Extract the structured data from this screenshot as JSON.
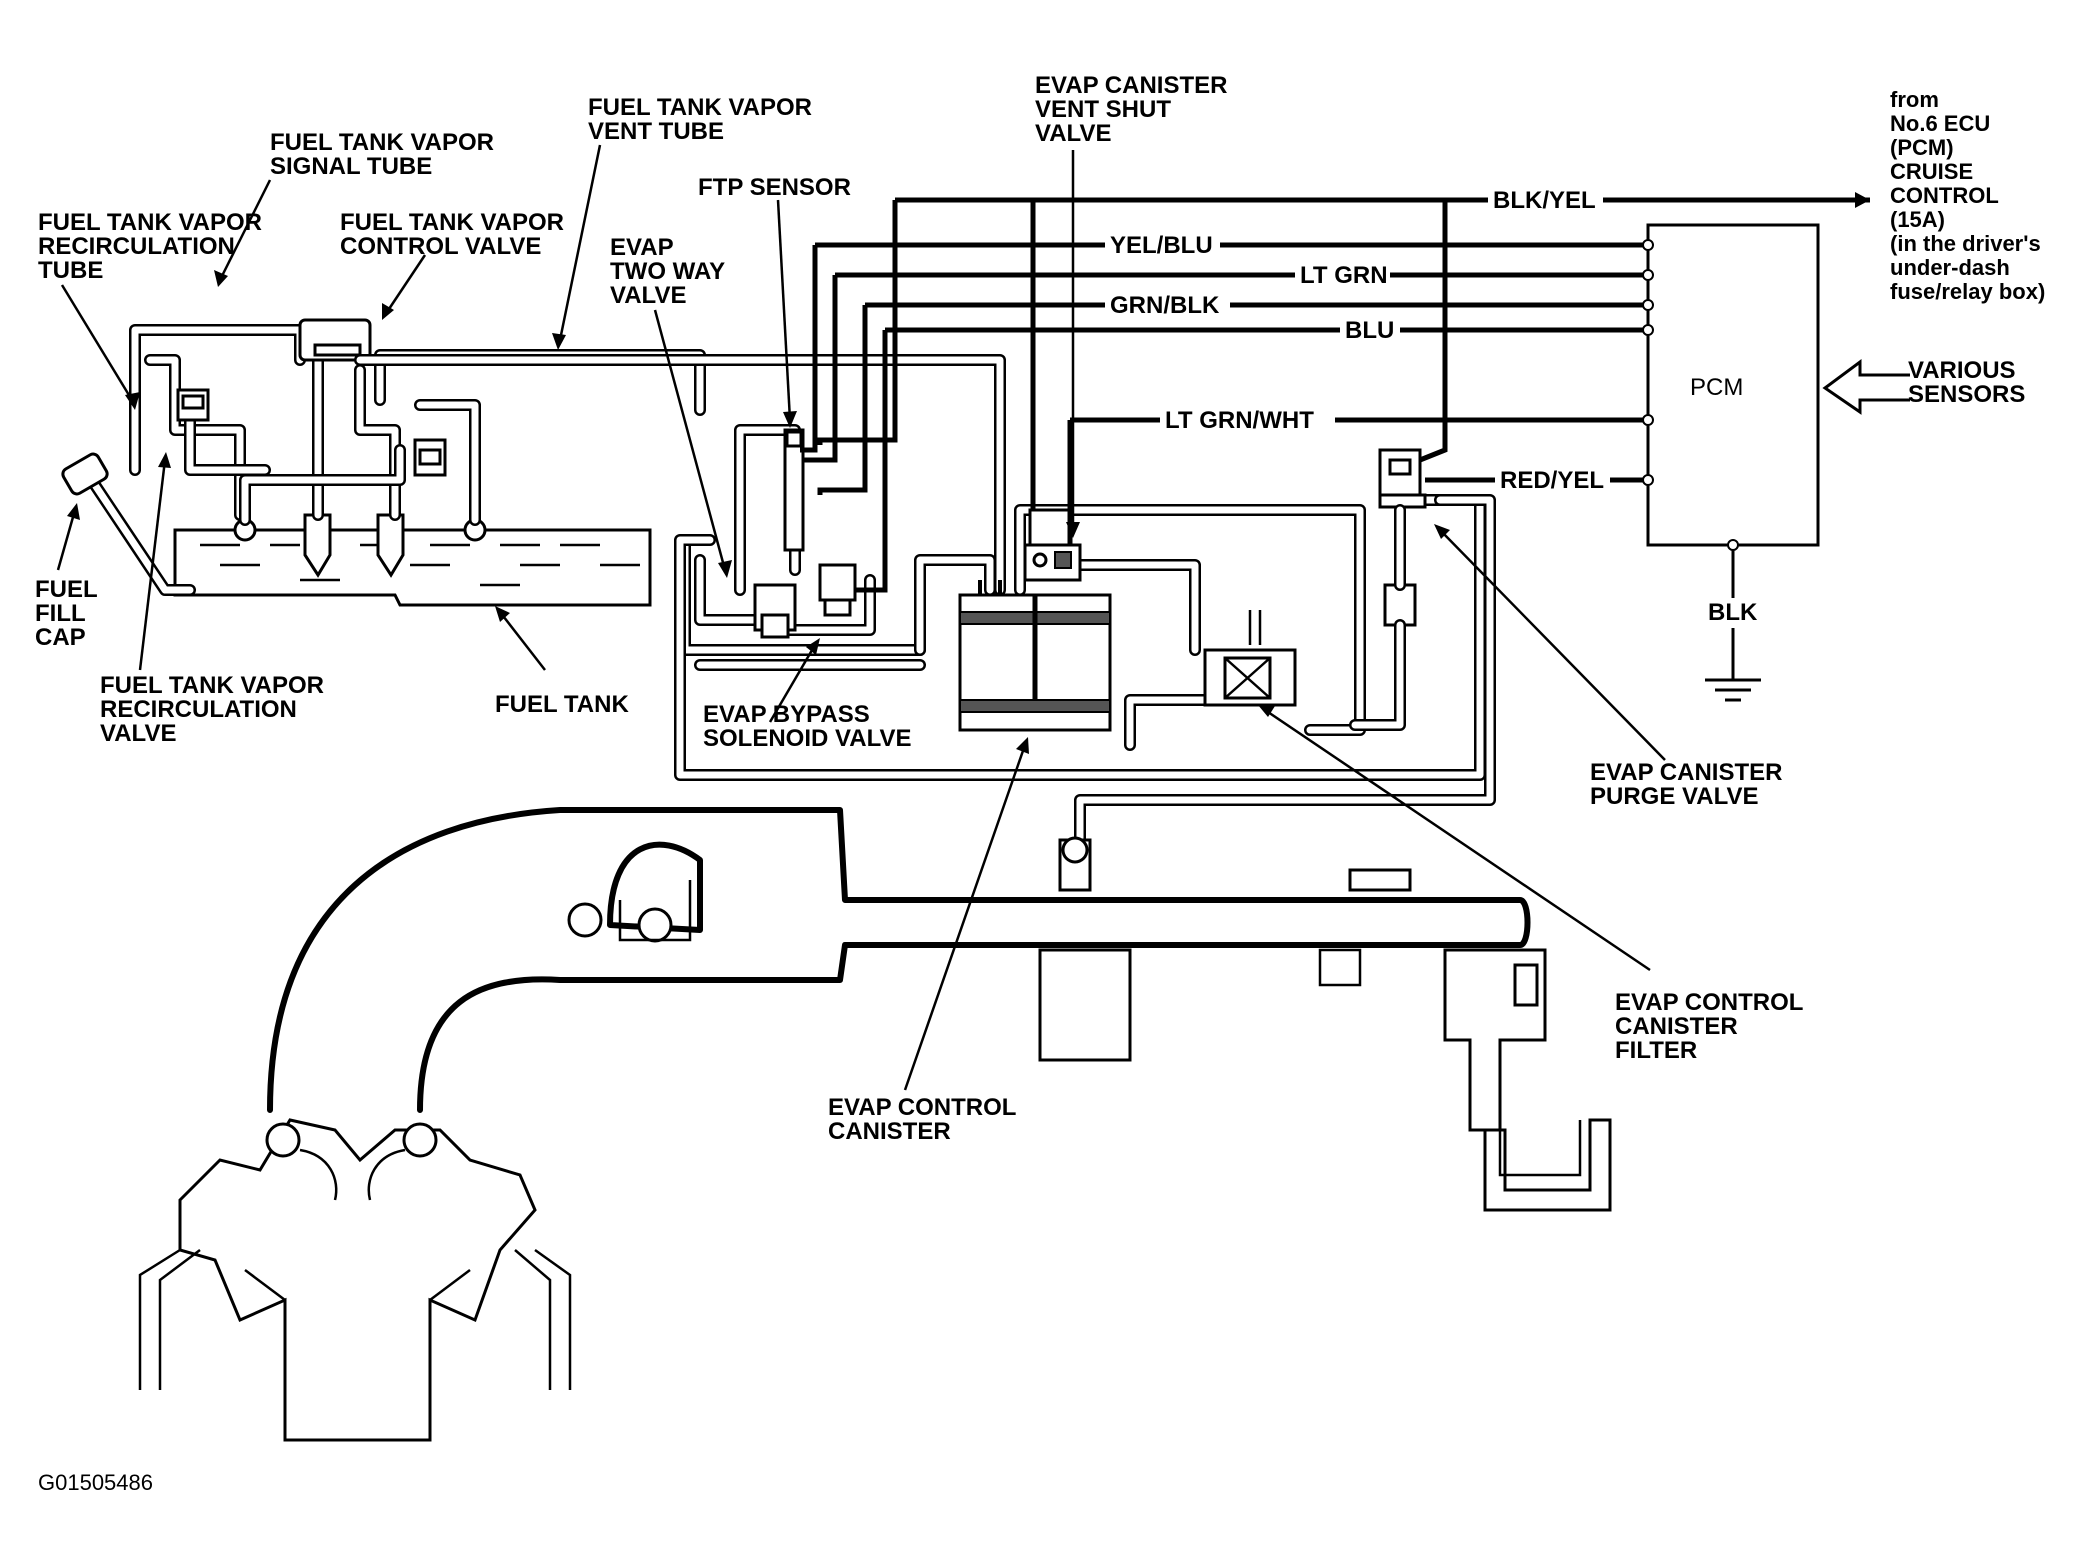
{
  "labels": {
    "fuel_tank_vapor_recirculation_tube": [
      "FUEL TANK VAPOR",
      "RECIRCULATION",
      "TUBE"
    ],
    "fuel_tank_vapor_signal_tube": [
      "FUEL TANK VAPOR",
      "SIGNAL TUBE"
    ],
    "fuel_tank_vapor_control_valve": [
      "FUEL TANK VAPOR",
      "CONTROL VALVE"
    ],
    "fuel_tank_vapor_vent_tube": [
      "FUEL TANK VAPOR",
      "VENT TUBE"
    ],
    "ftp_sensor": [
      "FTP SENSOR"
    ],
    "evap_two_way_valve": [
      "EVAP",
      "TWO WAY",
      "VALVE"
    ],
    "evap_canister_vent_shut_valve": [
      "EVAP CANISTER",
      "VENT SHUT",
      "VALVE"
    ],
    "fuel_fill_cap": [
      "FUEL",
      "FILL",
      "CAP"
    ],
    "fuel_tank_vapor_recirculation_valve": [
      "FUEL TANK VAPOR",
      "RECIRCULATION",
      "VALVE"
    ],
    "fuel_tank": [
      "FUEL TANK"
    ],
    "evap_bypass_solenoid_valve": [
      "EVAP BYPASS",
      "SOLENOID VALVE"
    ],
    "evap_canister_purge_valve": [
      "EVAP CANISTER",
      "PURGE VALVE"
    ],
    "evap_control_canister_filter": [
      "EVAP CONTROL",
      "CANISTER",
      "FILTER"
    ],
    "evap_control_canister": [
      "EVAP CONTROL",
      "CANISTER"
    ],
    "pcm": [
      "PCM"
    ],
    "various_sensors": [
      "VARIOUS",
      "SENSORS"
    ],
    "power_source": [
      "from",
      "No.6 ECU",
      "(PCM)",
      "CRUISE",
      "CONTROL",
      "(15A)",
      "(in the driver's",
      "under-dash",
      "fuse/relay box)"
    ]
  },
  "wires": {
    "blk_yel": "BLK/YEL",
    "yel_blu": "YEL/BLU",
    "lt_grn": "LT GRN",
    "grn_blk": "GRN/BLK",
    "blu": "BLU",
    "lt_grn_wht": "LT GRN/WHT",
    "red_yel": "RED/YEL",
    "blk": "BLK"
  },
  "figure_id": "G01505486"
}
